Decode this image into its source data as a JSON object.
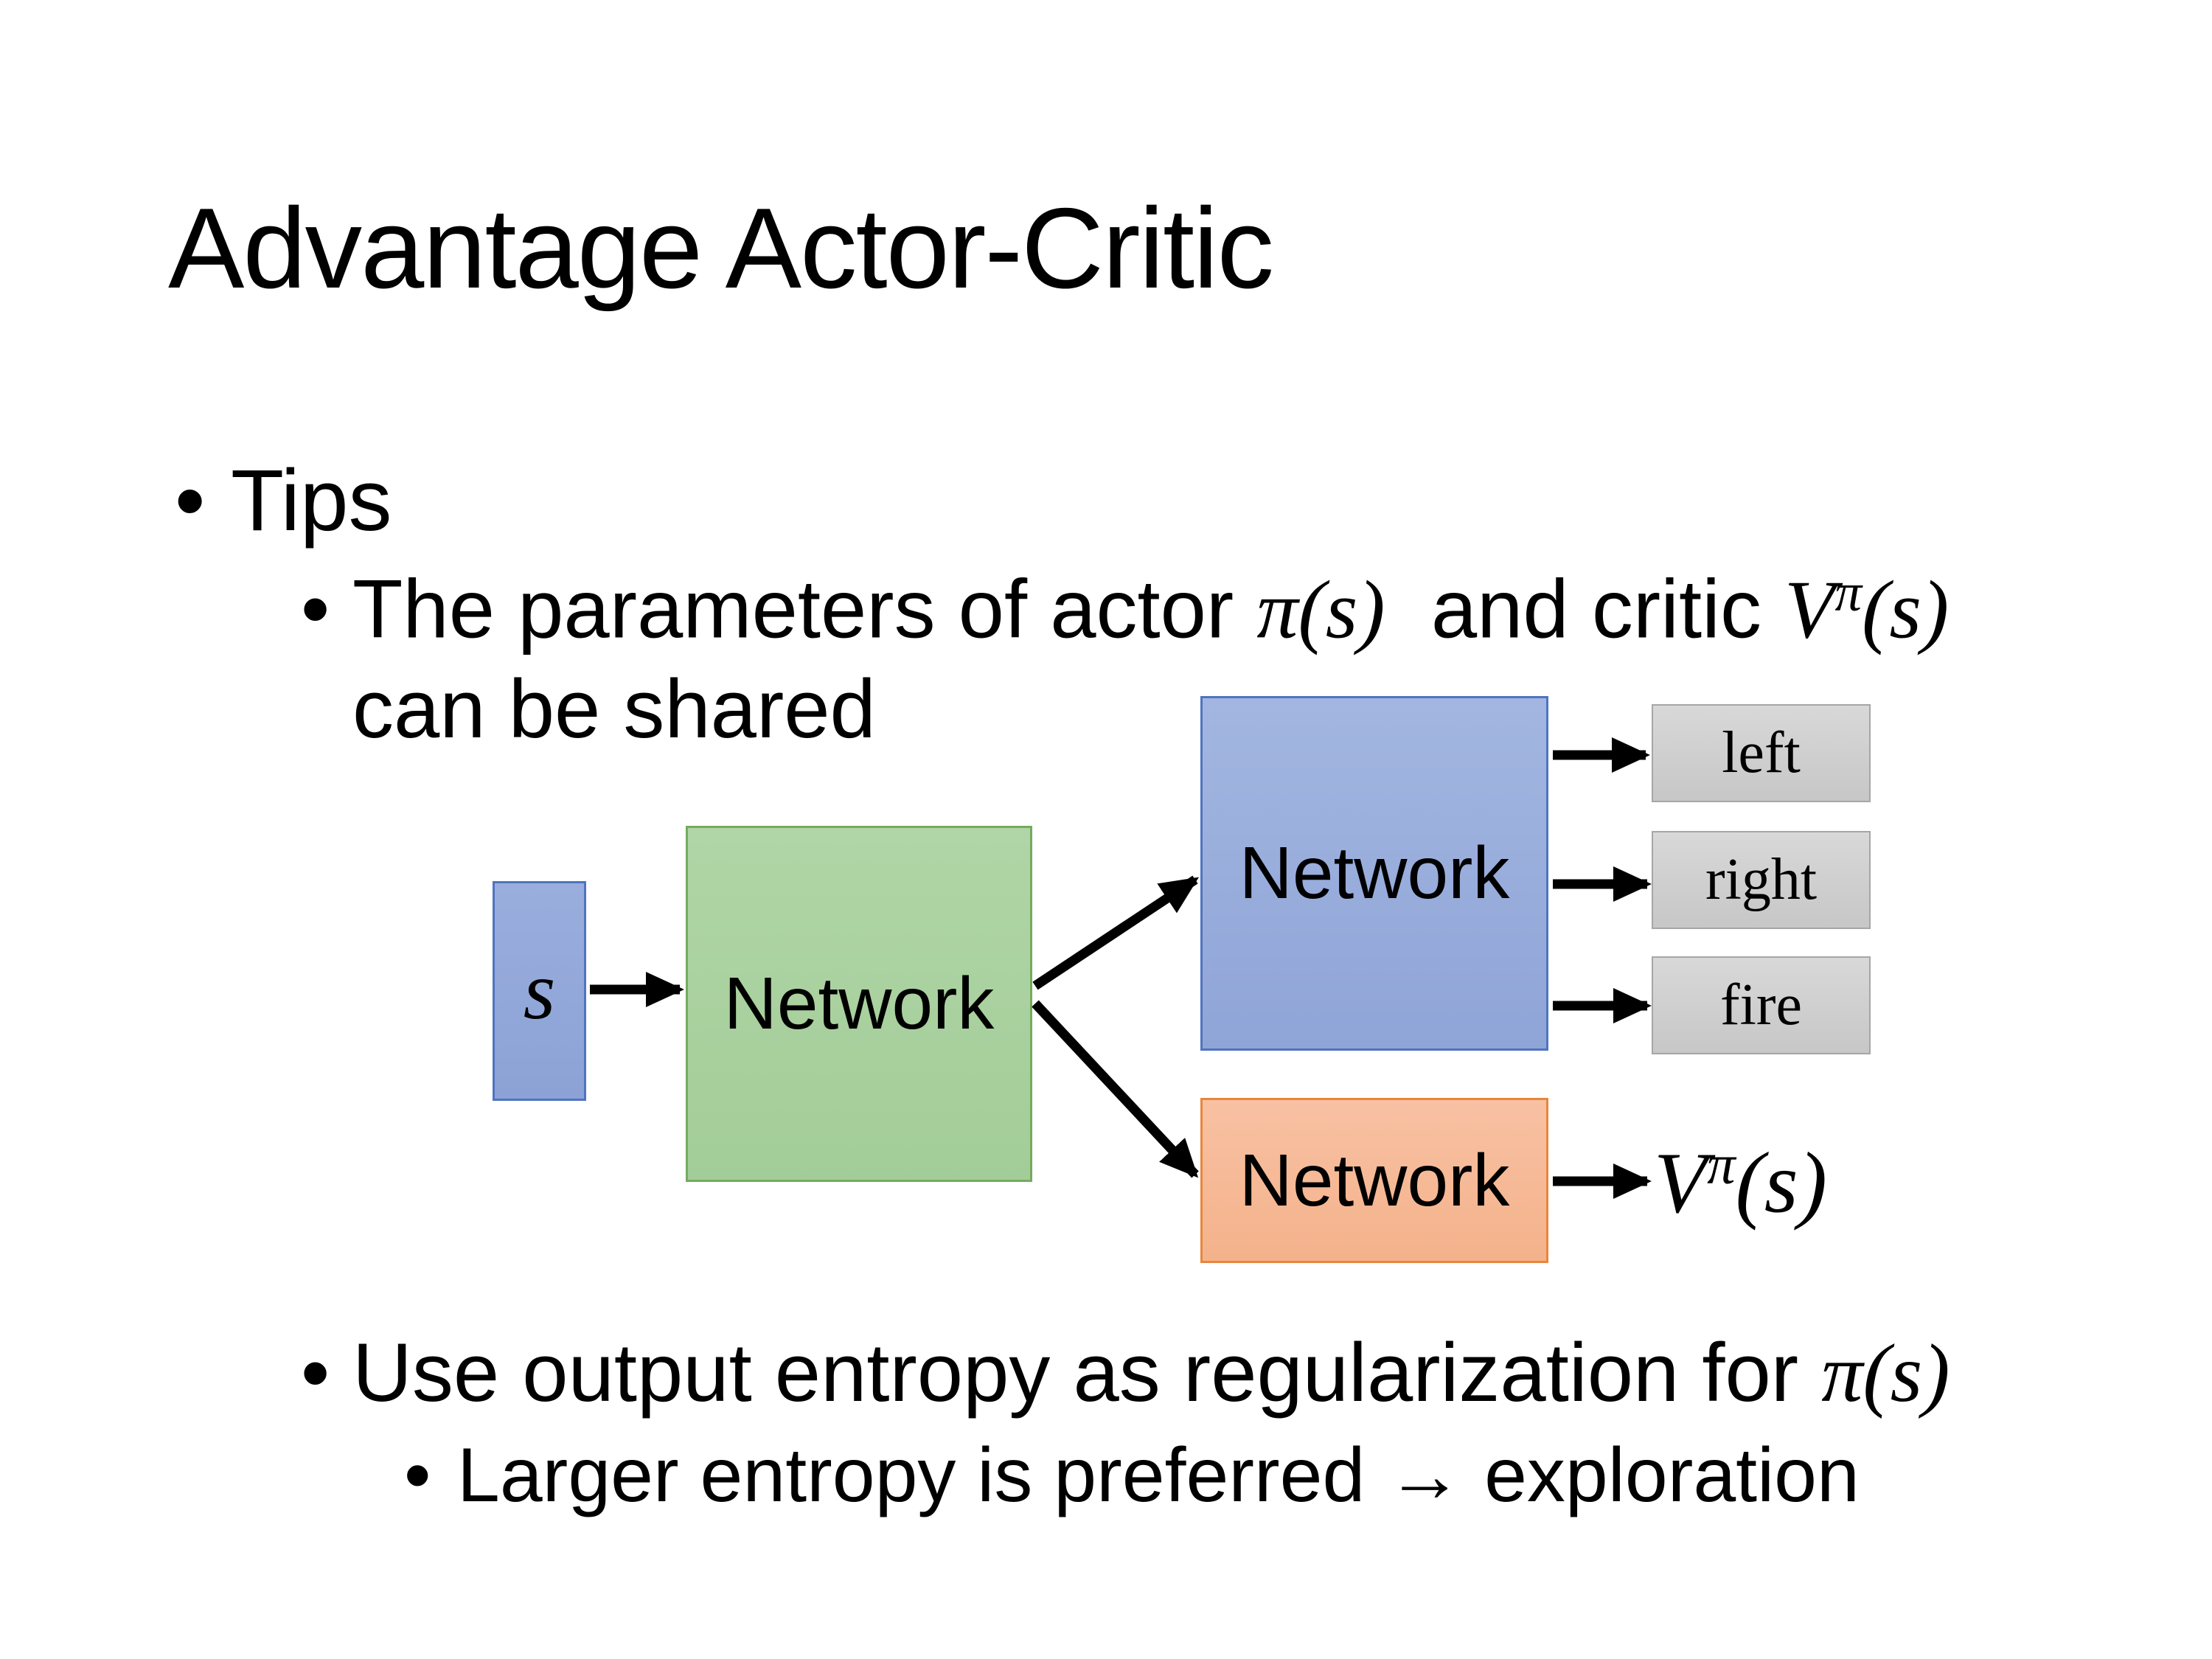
{
  "slide": {
    "title": "Advantage Actor-Critic",
    "bullets": {
      "bullet_glyph": "•",
      "tips_label": "Tips",
      "param_prefix": "The parameters of actor ",
      "param_actor_math": "π(s)",
      "param_mid": "  and critic ",
      "critic_V": "V",
      "critic_sup": "π",
      "critic_args": "(s)",
      "param_line2": "can be shared",
      "entropy_prefix": "Use output entropy as regularization for ",
      "entropy_math": "π(s)",
      "exploration_text": "Larger entropy is preferred → exploration"
    },
    "diagram": {
      "state_label": "s",
      "shared_network_label": "Network",
      "actor_network_label": "Network",
      "critic_network_label": "Network",
      "action_labels": [
        "left",
        "right",
        "fire"
      ],
      "value_V": "V",
      "value_sup": "π",
      "value_args": "(s)"
    },
    "colors": {
      "state_actor_box_fill": "#97abdb",
      "state_actor_box_border": "#4f74c0",
      "shared_box_fill": "#aad2a0",
      "shared_box_border": "#74ab5e",
      "critic_box_fill": "#f6ba98",
      "critic_box_border": "#e8863c",
      "action_box_fill": "#cfcfcf",
      "action_box_border": "#a6a6a6",
      "arrow": "#000000",
      "text": "#000000",
      "background": "#ffffff"
    }
  }
}
